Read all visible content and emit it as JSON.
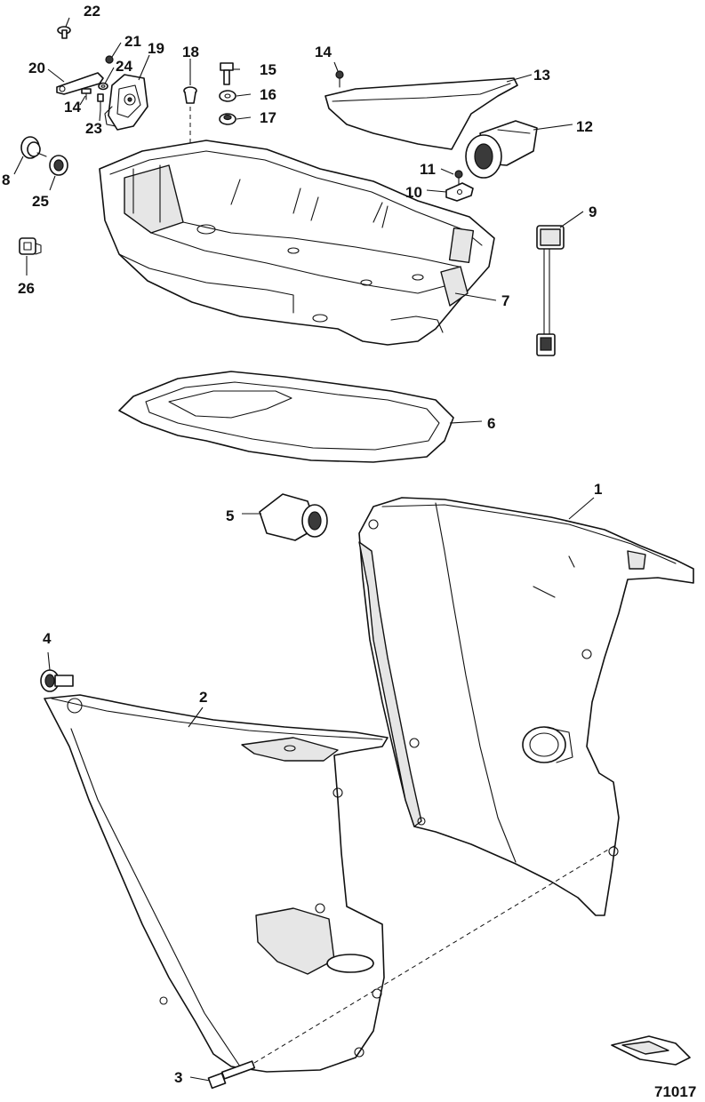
{
  "figure_id": "71017",
  "callouts": {
    "c1": "1",
    "c2": "2",
    "c3": "3",
    "c4": "4",
    "c5": "5",
    "c6": "6",
    "c7": "7",
    "c8": "8",
    "c9": "9",
    "c10": "10",
    "c11": "11",
    "c12": "12",
    "c13": "13",
    "c14a": "14",
    "c14b": "14",
    "c15": "15",
    "c16": "16",
    "c17": "17",
    "c18": "18",
    "c19": "19",
    "c20": "20",
    "c21": "21",
    "c22": "22",
    "c23": "23",
    "c24": "24",
    "c25": "25",
    "c26": "26"
  }
}
